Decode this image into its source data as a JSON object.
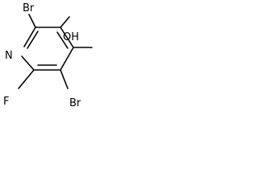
{
  "molecule": {
    "atoms": {
      "n": "N",
      "br_top": "Br",
      "oh": "OH",
      "br_bottom": "Br",
      "f": "F"
    }
  }
}
